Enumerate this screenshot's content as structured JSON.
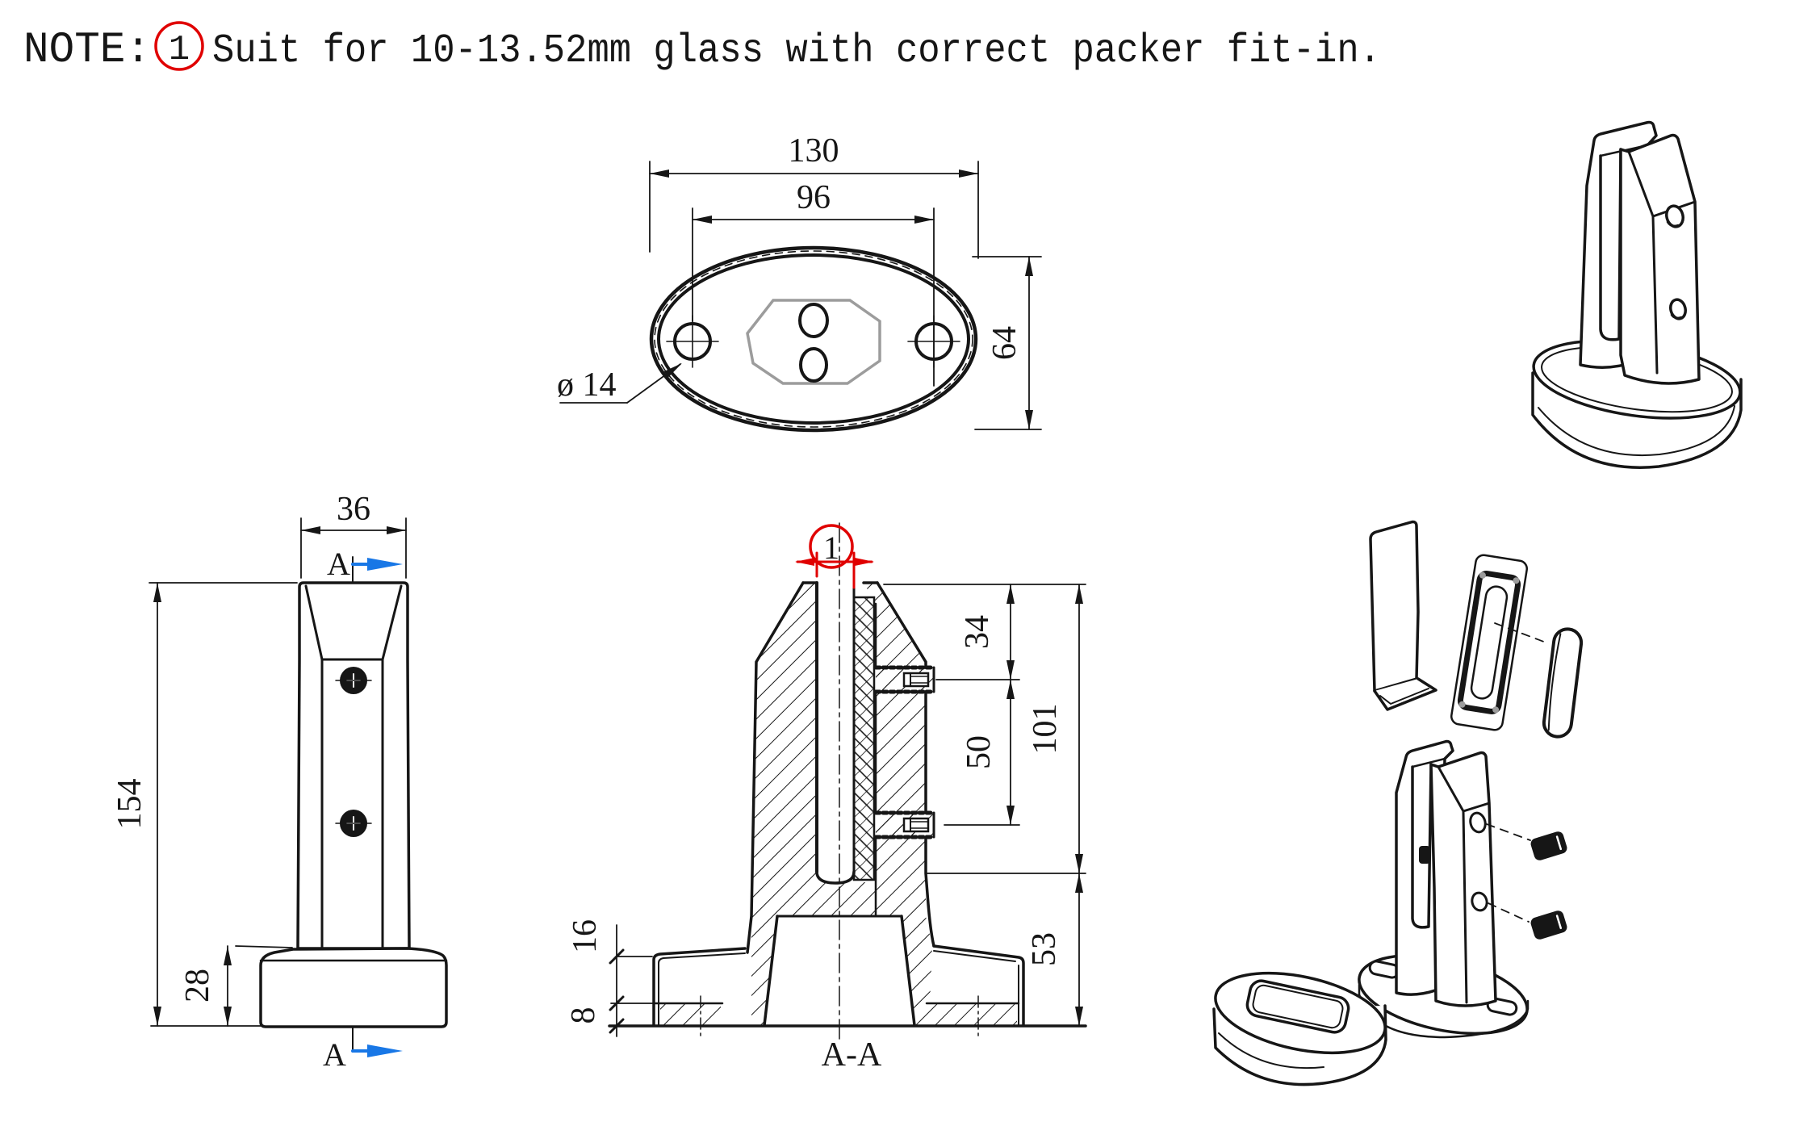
{
  "note": {
    "prefix": "NOTE:",
    "callout": "1",
    "body": "Suit for 10-13.52mm glass with correct packer fit-in."
  },
  "colors": {
    "red": "#e00000",
    "blue": "#1877e6",
    "gray": "#9c9c9c",
    "line": "#161616"
  },
  "top_view": {
    "overall_width": "130",
    "hole_spacing": "96",
    "overall_depth": "64",
    "hole_diameter": "ø 14"
  },
  "side_view": {
    "jaw_width": "36",
    "total_height": "154",
    "base_height": "28",
    "section_letter_top": "A",
    "section_letter_bottom": "A"
  },
  "section_view": {
    "callout": "1",
    "label": "A-A",
    "top_to_first_screw": "34",
    "screw_spacing": "50",
    "clamp_height": "101",
    "skirt_height": "16",
    "ring_height": "8",
    "base_height": "53"
  }
}
